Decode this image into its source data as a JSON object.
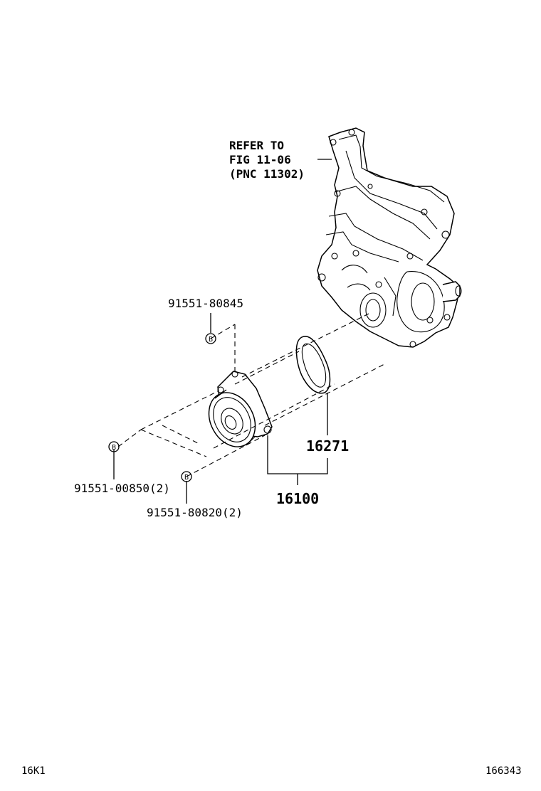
{
  "reference_note": {
    "line1": "REFER TO",
    "line2": "FIG 11-06",
    "line3": "(PNC 11302)"
  },
  "callouts": {
    "bolt_top": "91551-80845",
    "bolt_left": "91551-00850(2)",
    "bolt_bottom": "91551-80820(2)",
    "gasket": "16271",
    "water_pump": "16100"
  },
  "bolt_marker": "B",
  "footer": {
    "left_code": "16K1",
    "right_code": "166343"
  }
}
